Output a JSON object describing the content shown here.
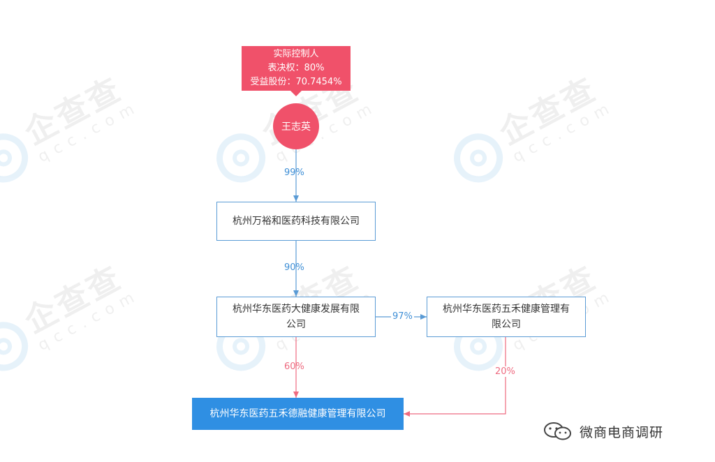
{
  "controller_tag": {
    "role": "实际控制人",
    "voting_right": "表决权：80%",
    "beneficial_share": "受益股份：70.7454%"
  },
  "person": {
    "name": "王志英"
  },
  "companies": {
    "wanyu": "杭州万裕和医药科技有限公司",
    "dajiankang_line1": "杭州华东医药大健康发展有限",
    "dajiankang_line2": "公司",
    "wuhe_jiankang_line1": "杭州华东医药五禾健康管理有",
    "wuhe_jiankang_line2": "限公司",
    "target": "杭州华东医药五禾德融健康管理有限公司"
  },
  "edges": {
    "person_to_wanyu": "99%",
    "wanyu_to_dajiankang": "90%",
    "dajiankang_to_wuhe_jiankang": "97%",
    "dajiankang_to_target": "60%",
    "wuhe_jiankang_to_target": "20%"
  },
  "colors": {
    "controller": "#f0516a",
    "blue_edge": "#5a9bd5",
    "red_edge": "#ee6b80",
    "target_fill": "#2f8fe3"
  },
  "watermark": {
    "cn": "企查查",
    "en": "qcc.com"
  },
  "footer": {
    "brand": "微商电商调研",
    "icon": "wechat-icon"
  }
}
